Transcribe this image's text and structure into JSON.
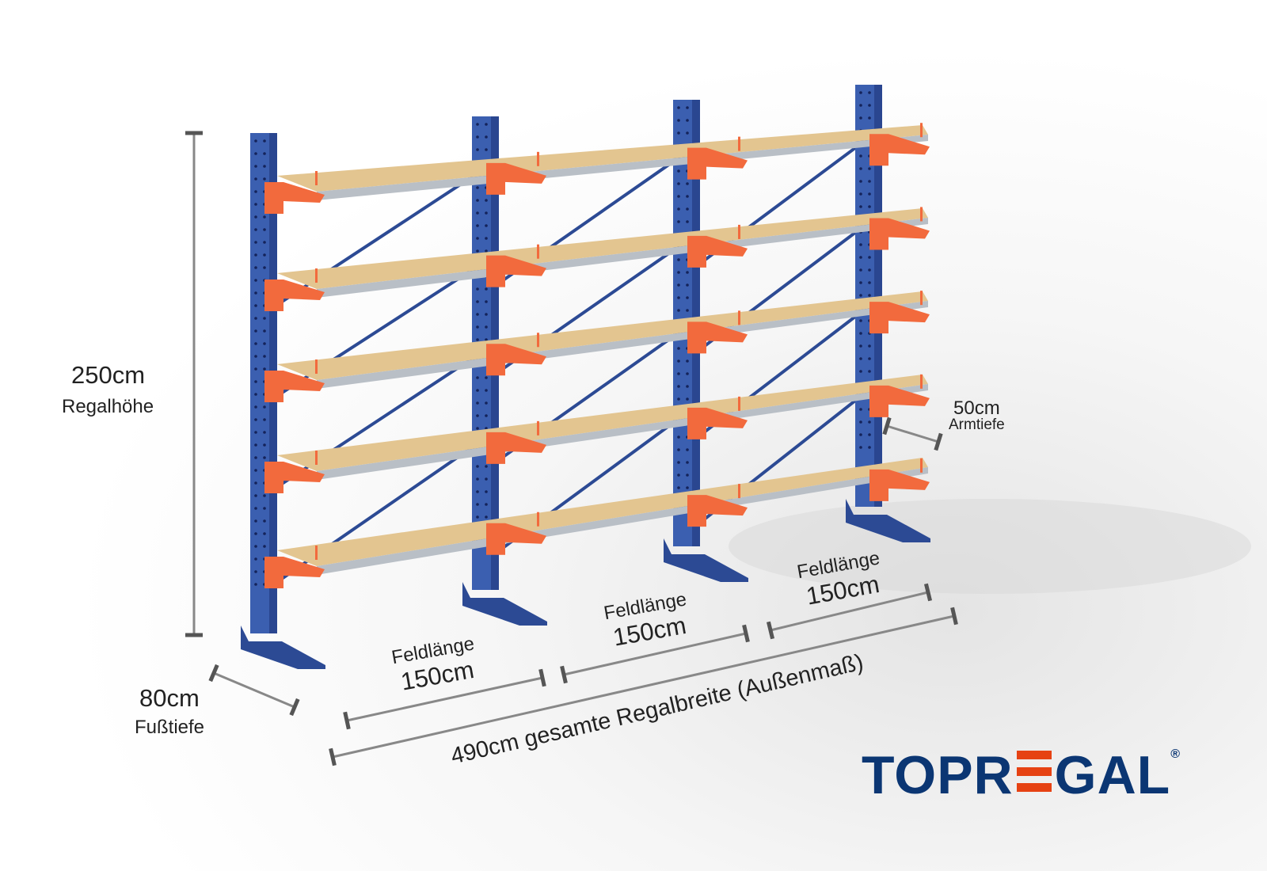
{
  "dimensions": {
    "height": {
      "value": "250cm",
      "label": "Regalhöhe"
    },
    "foot_depth": {
      "value": "80cm",
      "label": "Fußtiefe"
    },
    "arm_depth": {
      "value": "50cm",
      "label": "Armtiefe"
    },
    "fields": [
      {
        "label": "Feldlänge",
        "value": "150cm"
      },
      {
        "label": "Feldlänge",
        "value": "150cm"
      },
      {
        "label": "Feldlänge",
        "value": "150cm"
      }
    ],
    "total_width": "490cm gesamte Regalbreite  (Außenmaß)"
  },
  "rack": {
    "columns": 4,
    "levels": 5,
    "column_color": "#3b5fb0",
    "arm_color": "#f26a3d",
    "board_color": "#e3c590",
    "edge_color": "#b9bfc6"
  },
  "logo": {
    "text_before": "TOPR",
    "text_after": "GAL",
    "mark": "®",
    "full": "TOPREGAL",
    "color": "#0b3673",
    "accent": "#e64213"
  }
}
